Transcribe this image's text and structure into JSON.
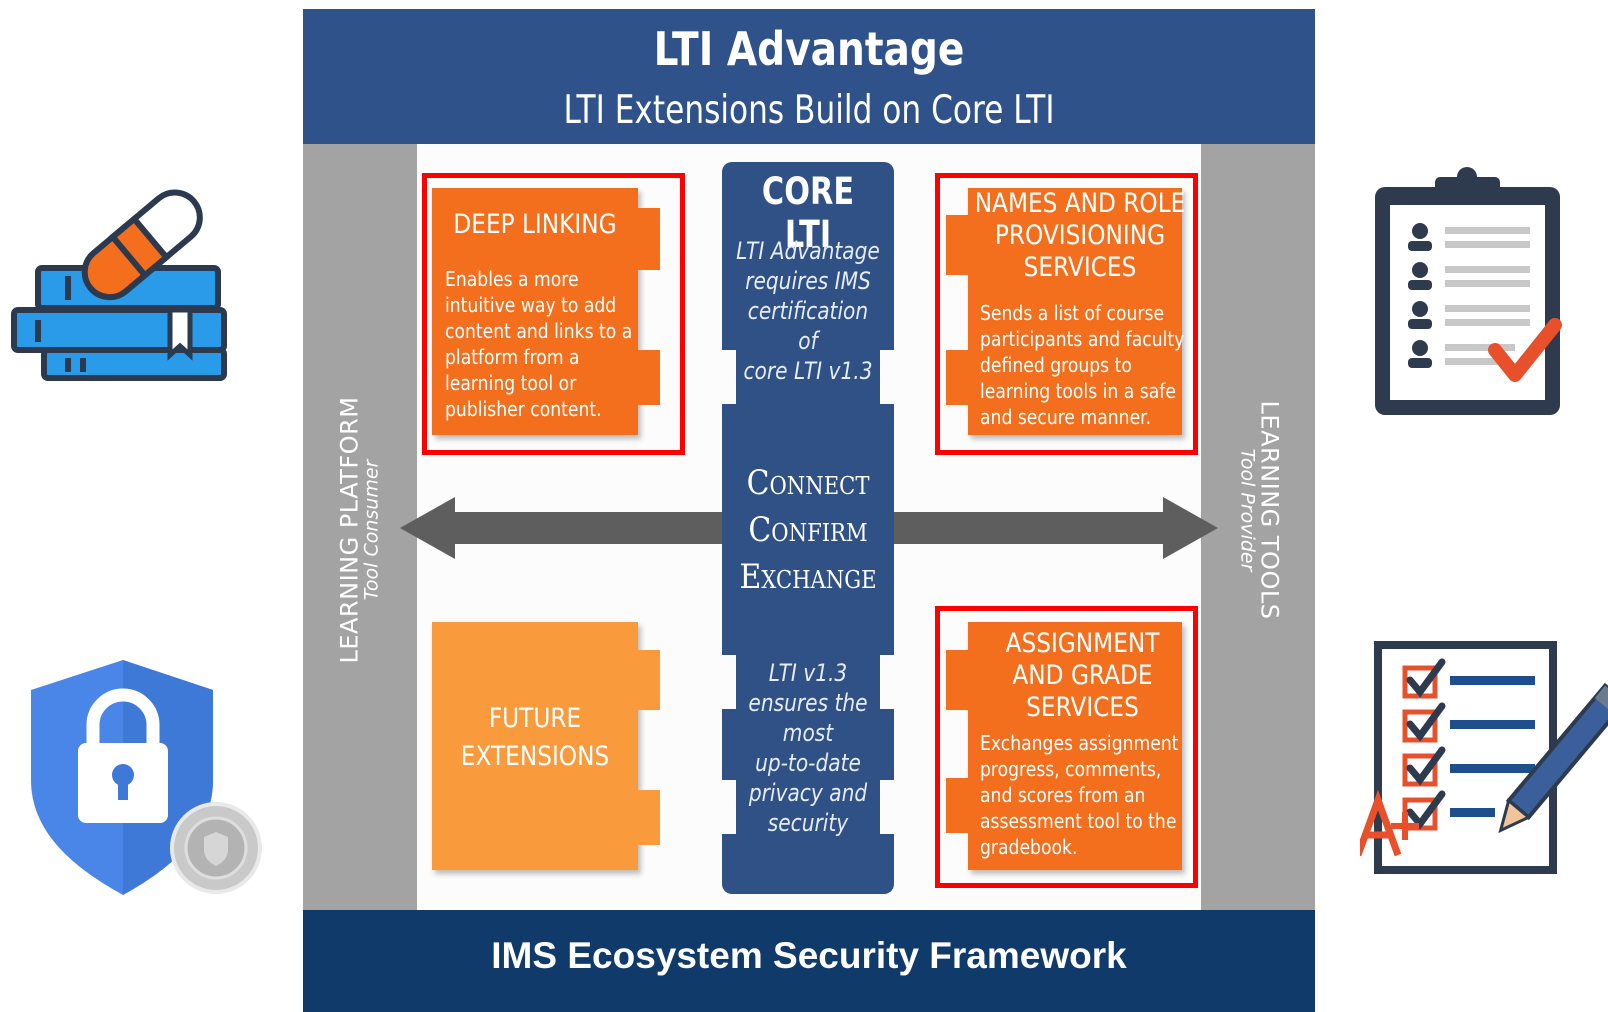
{
  "header": {
    "title": "LTI Advantage",
    "subtitle": "LTI Extensions Build on Core LTI"
  },
  "left_bar": {
    "title": "LEARNING PLATFORM",
    "subtitle": "Tool Consumer"
  },
  "right_bar": {
    "title": "LEARNING TOOLS",
    "subtitle": "Tool Provider"
  },
  "core": {
    "title": "CORE LTI",
    "top_text": [
      "LTI Advantage",
      "requires IMS",
      "certification of",
      "core LTI v1.3"
    ],
    "middle_text": [
      "Connect",
      "Confirm",
      "Exchange"
    ],
    "bottom_text": [
      "LTI v1.3",
      "ensures the",
      "most",
      "up-to-date",
      "privacy and",
      "security"
    ]
  },
  "boxes": {
    "deep_linking": {
      "title": "DEEP LINKING",
      "desc": [
        "Enables a more",
        "intuitive way to add",
        "content and links to a",
        "platform from a",
        "learning tool or",
        "publisher content."
      ],
      "highlighted": true
    },
    "names_roles": {
      "title": [
        "NAMES AND ROLE",
        "PROVISIONING",
        "SERVICES"
      ],
      "desc": [
        "Sends a list of course",
        "participants and faculty",
        "defined groups to",
        "learning tools in a safe",
        "and secure manner."
      ],
      "highlighted": true
    },
    "future": {
      "title": [
        "FUTURE",
        "EXTENSIONS"
      ],
      "highlighted": false
    },
    "assignment_grade": {
      "title": [
        "ASSIGNMENT",
        "AND GRADE",
        "SERVICES"
      ],
      "desc": [
        "Exchanges assignment",
        "progress, comments,",
        "and scores from an",
        "assessment tool to the",
        "gradebook."
      ],
      "highlighted": true
    }
  },
  "footer": {
    "text": "IMS Ecosystem Security Framework"
  },
  "icons": {
    "top_left": "books-eraser-icon",
    "bottom_left": "security-shield-lock-icon",
    "top_right": "clipboard-roster-check-icon",
    "bottom_right": "graded-checklist-pencil-icon"
  },
  "colors": {
    "header_blue": "#2e5289",
    "footer_navy": "#0f3a69",
    "spine_blue": "#2f5186",
    "orange": "#f36f1e",
    "light_orange": "#f99a3c",
    "side_gray": "#a3a3a3",
    "highlight_red": "#ff0000"
  }
}
